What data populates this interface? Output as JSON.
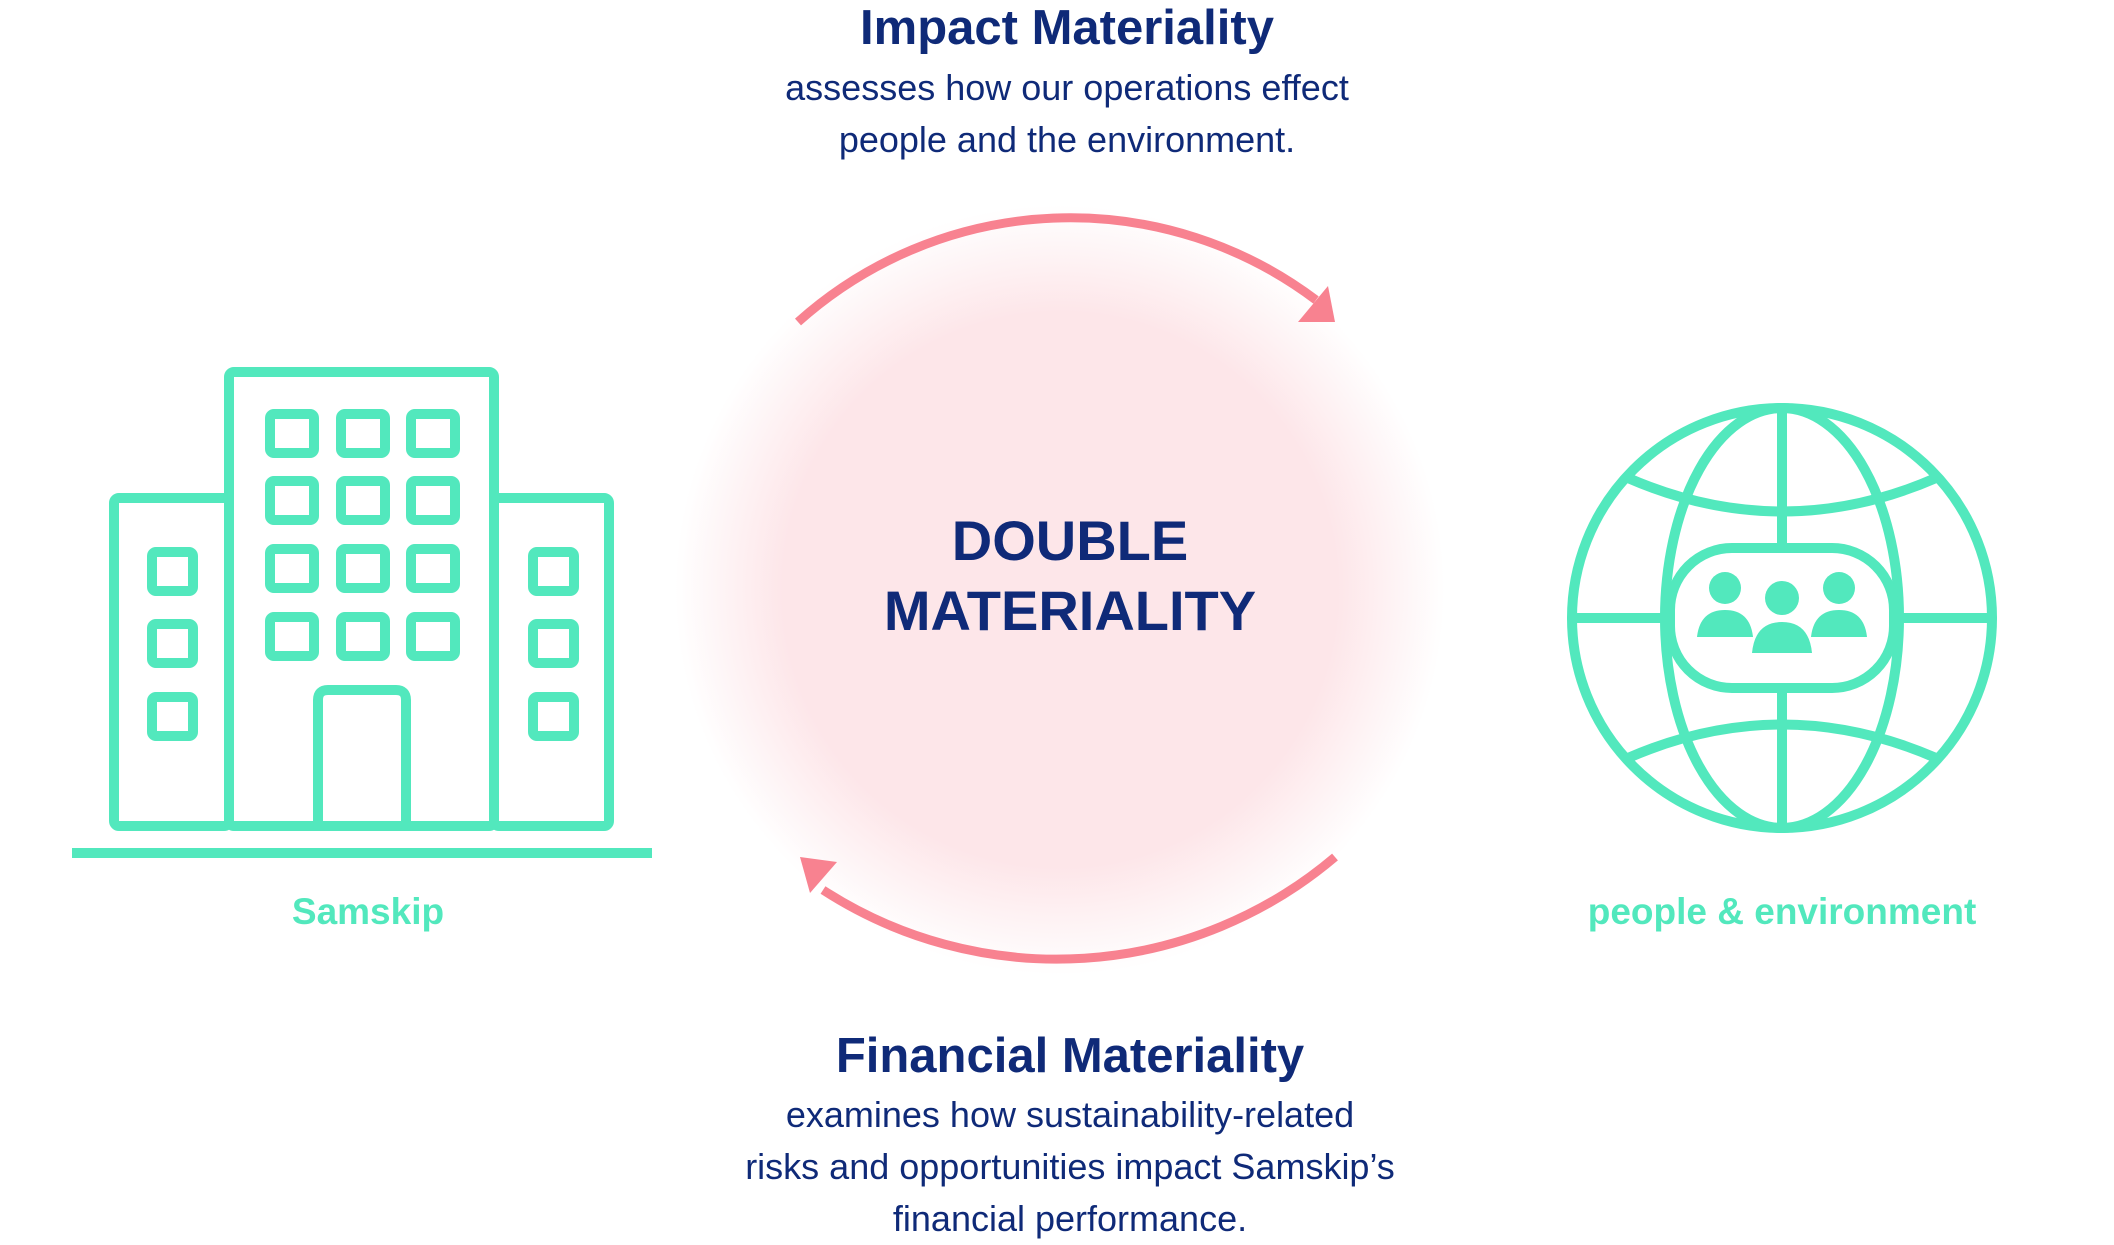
{
  "impact": {
    "title": "Impact Materiality",
    "line1": "assesses how our operations effect",
    "line2": "people and the environment."
  },
  "center": {
    "line1": "DOUBLE",
    "line2": "MATERIALITY"
  },
  "financial": {
    "title": "Financial Materiality",
    "line1": "examines how sustainability-related",
    "line2": "risks and opportunities impact Samskip’s",
    "line3": "financial performance."
  },
  "left": {
    "label": "Samskip",
    "icon": "office-building-icon"
  },
  "right": {
    "label": "people & environment",
    "icon": "globe-people-icon"
  },
  "colors": {
    "navy": "#0f2a78",
    "mint": "#52e8bd",
    "coral": "#f88290",
    "glow": "#fde6e9"
  }
}
